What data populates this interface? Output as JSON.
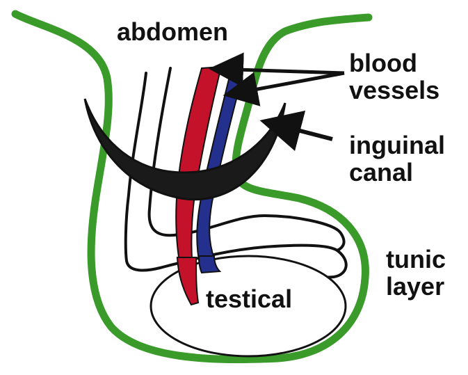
{
  "colors": {
    "outer_layer": "#3a9a2a",
    "artery": "#c4122a",
    "vein": "#23308e",
    "outline": "#111111",
    "canal_fill": "#1a1a1a",
    "label": "#111111",
    "background": "#ffffff"
  },
  "labels": {
    "abdomen": "abdomen",
    "blood_vessels_line1": "blood",
    "blood_vessels_line2": "vessels",
    "inguinal_canal_line1": "inguinal",
    "inguinal_canal_line2": "canal",
    "tunic_layer_line1": "tunic",
    "tunic_layer_line2": "layer",
    "testical": "testical"
  }
}
